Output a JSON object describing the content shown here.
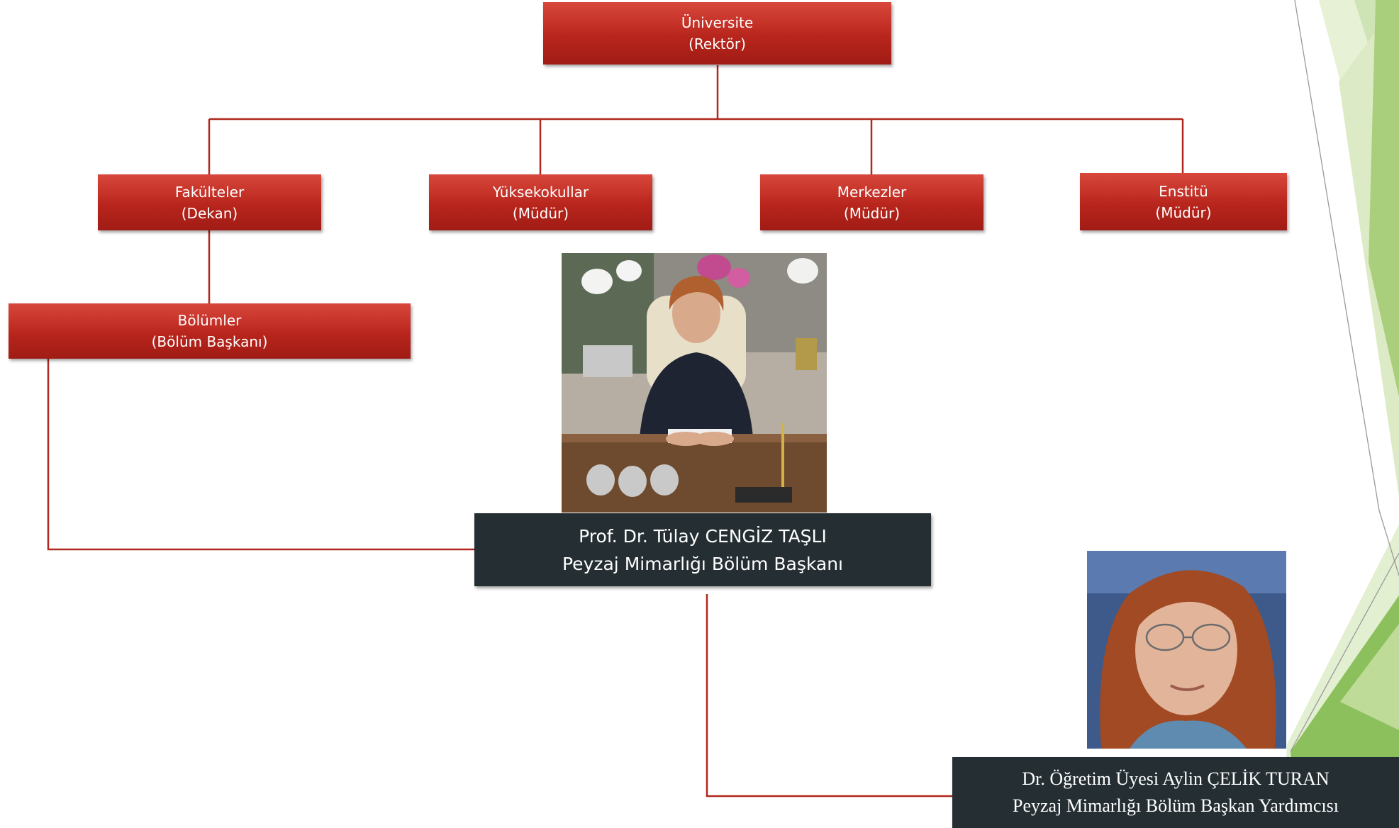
{
  "org_chart": {
    "university": {
      "title": "Üniversite",
      "role": "(Rektör)"
    },
    "faculties": {
      "title": "Fakülteler",
      "role": "(Dekan)"
    },
    "schools": {
      "title": "Yüksekokullar",
      "role": "(Müdür)"
    },
    "centers": {
      "title": "Merkezler",
      "role": "(Müdür)"
    },
    "institute": {
      "title": "Enstitü",
      "role": "(Müdür)"
    },
    "departments": {
      "title": "Bölümler",
      "role": "(Bölüm Başkanı)"
    },
    "department_head": {
      "name": "Prof. Dr. Tülay CENGİZ TAŞLI",
      "position": "Peyzaj Mimarlığı Bölüm Başkanı"
    },
    "deputy_head": {
      "name": "Dr. Öğretim Üyesi Aylin ÇELİK TURAN",
      "position": "Peyzaj Mimarlığı Bölüm Başkan Yardımcısı"
    }
  },
  "colors": {
    "box_red": "#b8251c",
    "box_dark": "#242e33",
    "connector": "#b0281f",
    "accent_green": "#6aa84f"
  }
}
